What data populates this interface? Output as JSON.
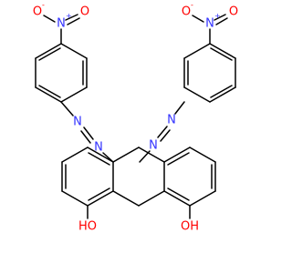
{
  "molecule": {
    "colors": {
      "bond": "#000000",
      "carbon_label": "#000000",
      "nitrogen": "#3333ff",
      "oxygen": "#ff0000",
      "background": "#ffffff"
    },
    "atoms": {
      "nitro_n_left": "N",
      "nitro_n_left_charge": "+",
      "nitro_o_left_neg": "O",
      "nitro_o_left_neg_charge": "-",
      "nitro_o_left": "O",
      "azo_n1_left": "N",
      "azo_n2_left": "N",
      "nitro_n_right": "N",
      "nitro_n_right_charge": "+",
      "nitro_o_right_neg": "O",
      "nitro_o_right_neg_charge": "-",
      "nitro_o_right": "O",
      "azo_n1_right": "N",
      "azo_n2_right": "N",
      "hydroxyl_left": "HO",
      "hydroxyl_right": "OH"
    }
  }
}
